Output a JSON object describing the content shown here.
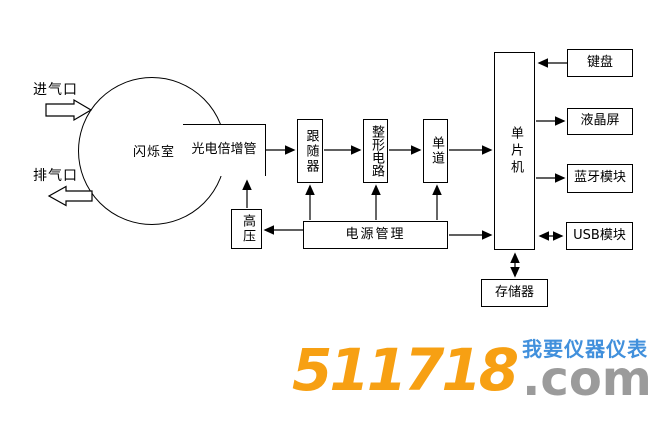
{
  "canvas": {
    "background": "#ffffff",
    "line_color": "#000000"
  },
  "labels": {
    "inlet": "进气口",
    "outlet": "排气口"
  },
  "blocks": {
    "chamber": "闪烁室",
    "pmt": "光电倍增管",
    "follower": "跟随器",
    "shaper": "整形电路",
    "single_channel": "单道",
    "mcu": "单片机",
    "keyboard": "键盘",
    "lcd": "液晶屏",
    "bluetooth": "蓝牙模块",
    "usb": "USB模块",
    "storage": "存储器",
    "high_voltage": "高压",
    "power": "电源管理"
  },
  "watermark": {
    "number": "511718",
    "domain": ".com",
    "slogan": "我要仪器仪表",
    "number_color": "#F7A013",
    "domain_color": "#9B9B9B",
    "slogan_color": "#4190DC"
  }
}
